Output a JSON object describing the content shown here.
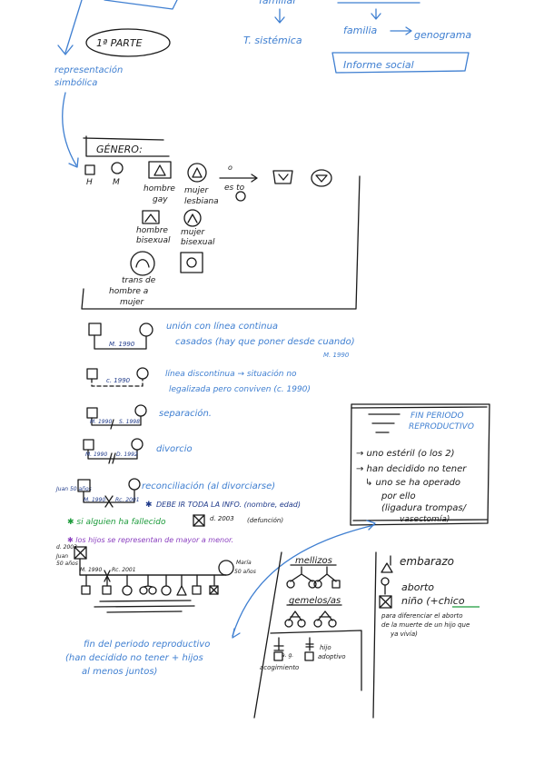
{
  "top": {
    "familiar": "familiar",
    "t_sistemica": "T. sistémica",
    "familia": "familia",
    "genograma": "genograma",
    "informe_social": "Informe social",
    "parte": "1ª PARTE",
    "representacion": "representación",
    "simbolica": "simbólica"
  },
  "genero": {
    "heading": "GÉNERO:",
    "h": "H",
    "m": "M",
    "hombre_gay_1": "hombre",
    "hombre_gay_2": "gay",
    "mujer_lesbiana_1": "mujer",
    "mujer_lesbiana_2": "lesbiana",
    "es_to": "es to",
    "o_mark": "o",
    "hombre_bisexual_1": "hombre",
    "hombre_bisexual_2": "bisexual",
    "mujer_bisexual_1": "mujer",
    "mujer_bisexual_2": "bisexual",
    "trans_1": "trans de",
    "trans_2": "hombre a",
    "trans_3": "mujer"
  },
  "relations": {
    "union_1": "unión con línea continua",
    "union_2": "casados (hay que poner desde cuando)",
    "union_date": "M. 1990",
    "union_date2": "M. 1990",
    "linea_1": "línea discontinua → situación no",
    "linea_2": "legalizada pero conviven (c. 1990)",
    "linea_date": "c. 1990",
    "separacion": "separación.",
    "sep_date1": "M. 1990",
    "sep_date2": "S. 1998",
    "divorcio": "divorcio",
    "div_date1": "M. 1990",
    "div_date2": "D. 1992",
    "reconciliacion": "reconciliación (al divorciarse)",
    "rec_left": "Juan 50 años",
    "rec_date1": "M. 1990",
    "rec_date2": "Rc. 2001",
    "rec_marker": "✱",
    "debe": "DEBE IR TODA LA INFO. (nombre, edad)",
    "fallecido": "✱ si alguien ha fallecido",
    "fallecido_date": "d. 2003",
    "fallecido_note": "(defunción)",
    "hijos": "✱ los hijos se representan de mayor a menor.",
    "fam_left1": "d. 2003",
    "fam_left2": "Juan",
    "fam_left3": "50 años",
    "fam_date1": "M. 1990",
    "fam_date2": "Rc. 2001",
    "fam_right1": "María",
    "fam_right2": "50 años"
  },
  "fin_box": {
    "title_1": "FIN PERIODO",
    "title_2": "REPRODUCTIVO",
    "item1": "→ uno estéril (o los 2)",
    "item2": "→ han decidido no tener",
    "item3": "↳ uno se ha operado",
    "item4": "por ello",
    "item5": "(ligadura trompas/",
    "item6": "vasectomía)"
  },
  "fin_text": {
    "line1": "fin del periodo reproductivo",
    "line2": "(han decidido no tener + hijos",
    "line3": "al menos juntos)"
  },
  "mellizos": {
    "mellizos": "mellizos",
    "gemelos": "gemelos/as",
    "hijo_adoptado": "hijo",
    "adoptivo": "adoptivo",
    "acogimiento_a": "a. g.",
    "acogimiento": "acogimiento"
  },
  "right": {
    "embarazo": "embarazo",
    "aborto": "aborto",
    "nino": "niño (+chico",
    "nota1": "para diferenciar el aborto",
    "nota2": "de la muerte de un hijo que",
    "nota3": "ya vivía)"
  },
  "colors": {
    "ink": "#1a1a1a",
    "blue": "#3f7fd1",
    "navy": "#1f3a8a",
    "green": "#1b9a3a",
    "purple": "#8a3fbf"
  }
}
